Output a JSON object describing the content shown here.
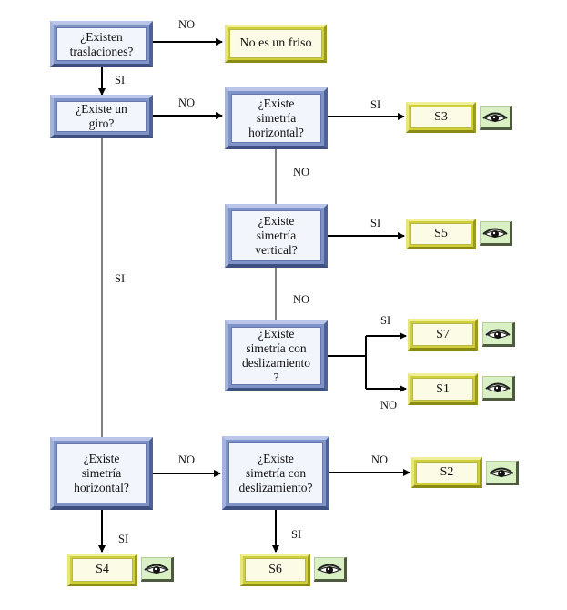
{
  "nodes": {
    "q_traslaciones": "¿Existen\ntraslaciones?",
    "r_no_friso": "No es un friso",
    "q_giro": "¿Existe un\ngiro?",
    "q_sim_h_1": "¿Existe\nsimetría\nhorizontal?",
    "q_sim_v": "¿Existe\nsimetría\nvertical?",
    "q_desliz_1": "¿Existe\nsimetría con\ndeslizamiento\n?",
    "q_sim_h_2": "¿Existe\nsimetría\nhorizontal?",
    "q_desliz_2": "¿Existe\nsimetría con\ndeslizamiento?",
    "r_s3": "S3",
    "r_s5": "S5",
    "r_s7": "S7",
    "r_s1": "S1",
    "r_s2": "S2",
    "r_s4": "S4",
    "r_s6": "S6"
  },
  "labels": {
    "no_1": "NO",
    "si_1": "SI",
    "no_2": "NO",
    "si_3": "SI",
    "no_3": "NO",
    "si_5": "SI",
    "no_4": "NO",
    "si_7": "SI",
    "no_1b": "NO",
    "si_giro": "SI",
    "no_5": "NO",
    "no_2b": "NO",
    "si_4": "SI",
    "si_6": "SI"
  },
  "icons": {
    "view": "eye-icon"
  },
  "colors": {
    "question_box": "#7f93c9",
    "result_box": "#cfcf3a",
    "eye_background": "#d9efc4",
    "line": "#000000"
  }
}
